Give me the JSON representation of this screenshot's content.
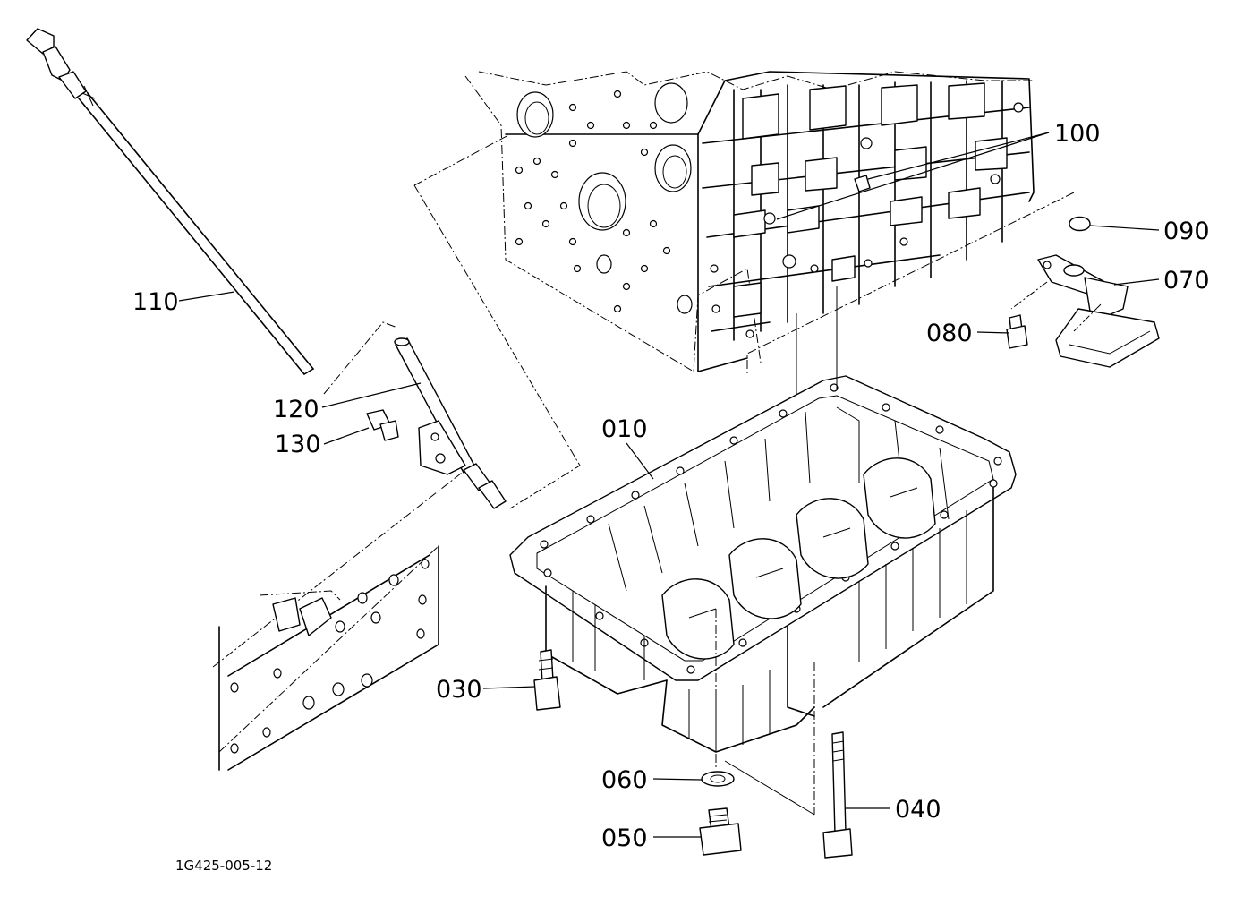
{
  "drawing_id": "1G425-005-12",
  "callouts": {
    "c010": "010",
    "c030": "030",
    "c040": "040",
    "c050": "050",
    "c060": "060",
    "c070": "070",
    "c080": "080",
    "c090": "090",
    "c100": "100",
    "c110": "110",
    "c120": "120",
    "c130": "130"
  }
}
